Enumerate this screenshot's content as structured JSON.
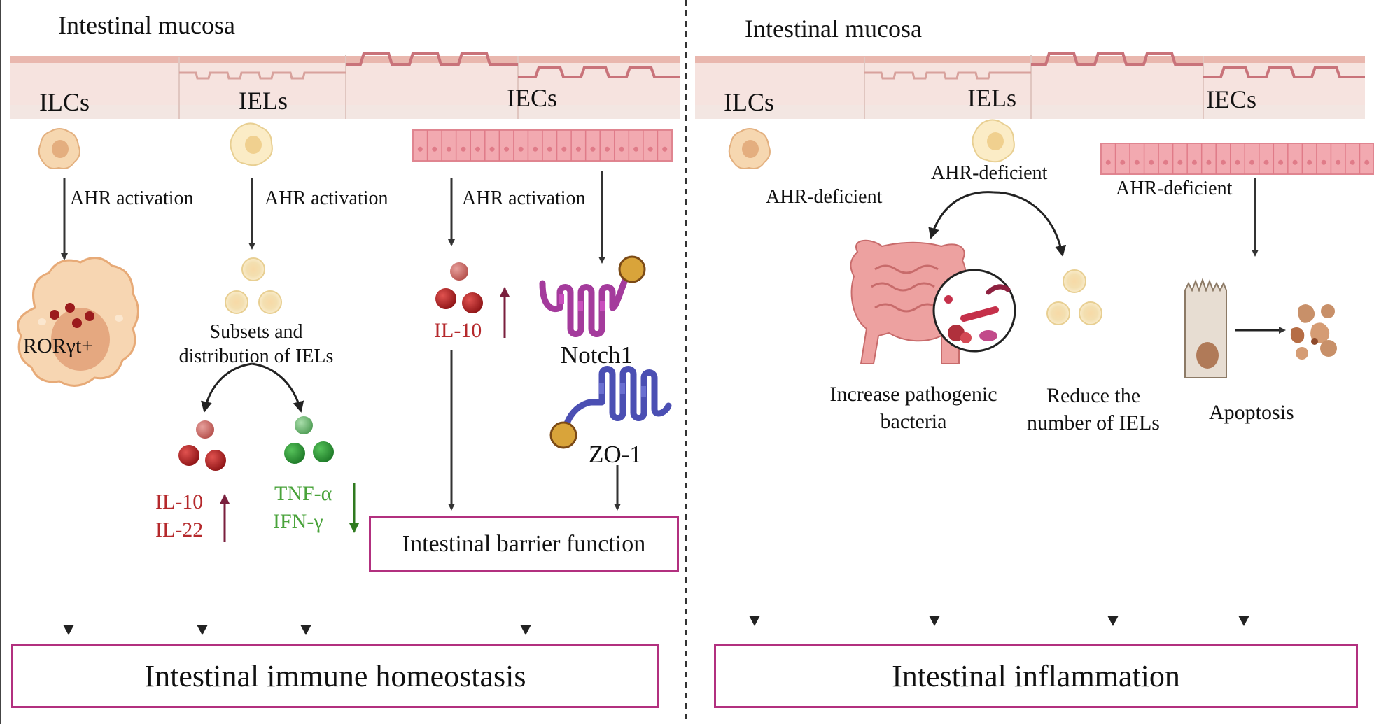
{
  "left_panel": {
    "title": "Intestinal mucosa",
    "cells": {
      "ilcs": "ILCs",
      "iels": "IELs",
      "iecs": "IECs"
    },
    "ahr_ilc": "AHR activation",
    "ahr_iel": "AHR activation",
    "ahr_iec": "AHR activation",
    "ror": "RORγt+",
    "subsets_line1": "Subsets and",
    "subsets_line2": "distribution of IELs",
    "il10_iel": "IL-10",
    "il22": "IL-22",
    "tnf": "TNF-α",
    "ifn": "IFN-γ",
    "il10_iec": "IL-10",
    "notch1": "Notch1",
    "zo1": "ZO-1",
    "barrier": "Intestinal barrier function",
    "outcome": "Intestinal immune homeostasis"
  },
  "right_panel": {
    "title": "Intestinal mucosa",
    "cells": {
      "ilcs": "ILCs",
      "iels": "IELs",
      "iecs": "IECs"
    },
    "ahr_ilc": "AHR-deficient",
    "ahr_iel": "AHR-deficient",
    "ahr_iec": "AHR-deficient",
    "bacteria_line1": "Increase pathogenic",
    "bacteria_line2": "bacteria",
    "iels_line1": "Reduce the",
    "iels_line2": "number of IELs",
    "apoptosis": "Apoptosis",
    "outcome": "Intestinal inflammation"
  },
  "colors": {
    "box_border": "#b2307f",
    "red_text": "#b5292c",
    "green_text": "#4aa33b",
    "up_arrow": "#7a1f3d",
    "down_arrow": "#2f7a1f",
    "notch1": "#a43b9c",
    "zo1": "#4b4fb3",
    "epithelium": "#f2a9b0"
  }
}
